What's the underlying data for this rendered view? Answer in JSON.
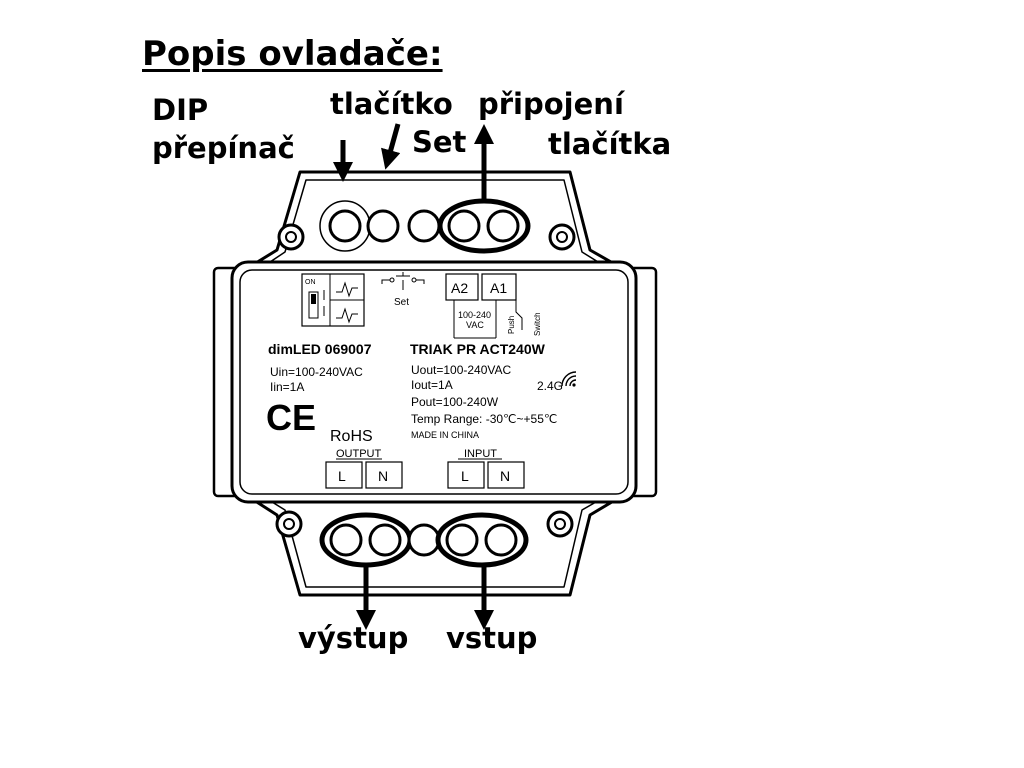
{
  "title": "Popis ovladače:",
  "labels": {
    "dip": [
      "DIP",
      "přepínač"
    ],
    "set_button": [
      "tlačítko",
      "Set"
    ],
    "button_connection": [
      "připojení",
      "tlačítka"
    ],
    "output": "výstup",
    "input": "vstup"
  },
  "device": {
    "model": "dimLED 069007",
    "name": "TRIAK PR ACT240W",
    "uin": "Uin=100-240VAC",
    "iin": "Iin=1A",
    "uout": "Uout=100-240VAC",
    "iout": "Iout=1A",
    "pout": "Pout=100-240W",
    "temp": "Temp Range: -30℃~+55℃",
    "made": "MADE IN CHINA",
    "rf": "2.4G",
    "ce": "CE",
    "rohs": "RoHS",
    "dip_on": "ON",
    "set": "Set",
    "a2": "A2",
    "a1": "A1",
    "vac_top": "100-240",
    "vac_bottom": "VAC",
    "push": "Push",
    "switch": "Switch",
    "output_label": "OUTPUT",
    "input_label": "INPUT",
    "l": "L",
    "n": "N"
  }
}
